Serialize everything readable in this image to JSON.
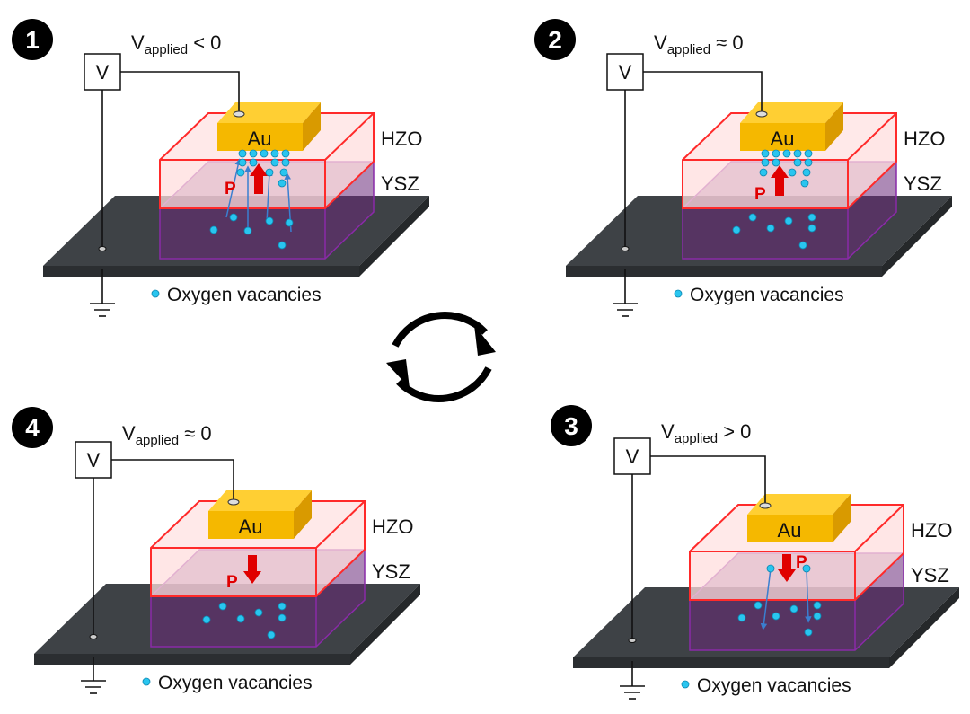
{
  "panels": [
    {
      "step": "1",
      "v_symbol": "V",
      "v_sub": "applied",
      "v_relation": " < 0",
      "meter_label": "V",
      "electrode_label": "Au",
      "layer_top_label": "HZO",
      "layer_bottom_label": "YSZ",
      "polarization_label": "P",
      "polarization_direction": "up",
      "legend_label": "Oxygen vacancies"
    },
    {
      "step": "2",
      "v_symbol": "V",
      "v_sub": "applied",
      "v_relation": " ≈ 0",
      "meter_label": "V",
      "electrode_label": "Au",
      "layer_top_label": "HZO",
      "layer_bottom_label": "YSZ",
      "polarization_label": "P",
      "polarization_direction": "up",
      "legend_label": "Oxygen vacancies"
    },
    {
      "step": "4",
      "v_symbol": "V",
      "v_sub": "applied",
      "v_relation": " ≈ 0",
      "meter_label": "V",
      "electrode_label": "Au",
      "layer_top_label": "HZO",
      "layer_bottom_label": "YSZ",
      "polarization_label": "P",
      "polarization_direction": "down",
      "legend_label": "Oxygen vacancies"
    },
    {
      "step": "3",
      "v_symbol": "V",
      "v_sub": "applied",
      "v_relation": " > 0",
      "meter_label": "V",
      "electrode_label": "Au",
      "layer_top_label": "HZO",
      "layer_bottom_label": "YSZ",
      "polarization_label": "P",
      "polarization_direction": "down",
      "legend_label": "Oxygen vacancies"
    }
  ],
  "colors": {
    "substrate": "#3e4246",
    "hzo_edge": "#ff2a2a",
    "hzo_fill": "#ffdede",
    "ysz_edge": "#8a2aa8",
    "ysz_fill": "#6a2a7a",
    "gold": "#f5b800",
    "gold_side": "#d99a00",
    "vacancy": "#29c5ef",
    "arrow_red": "#e00000",
    "ion_arrow": "#3a7fd0"
  }
}
